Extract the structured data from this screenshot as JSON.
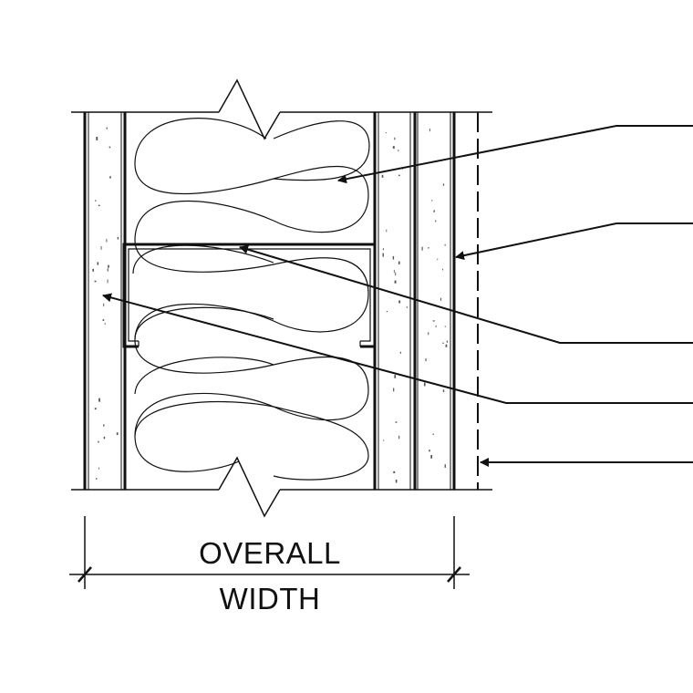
{
  "dimension": {
    "line1": "OVERALL",
    "line2": "WIDTH"
  },
  "colors": {
    "line": "#111111",
    "background": "#ffffff",
    "speckle": "#555555"
  },
  "components": [
    "gypsum-board-left",
    "steel-stud",
    "batt-insulation",
    "gypsum-board-right-layer-1",
    "gypsum-board-right-layer-2",
    "wall-face-line"
  ]
}
